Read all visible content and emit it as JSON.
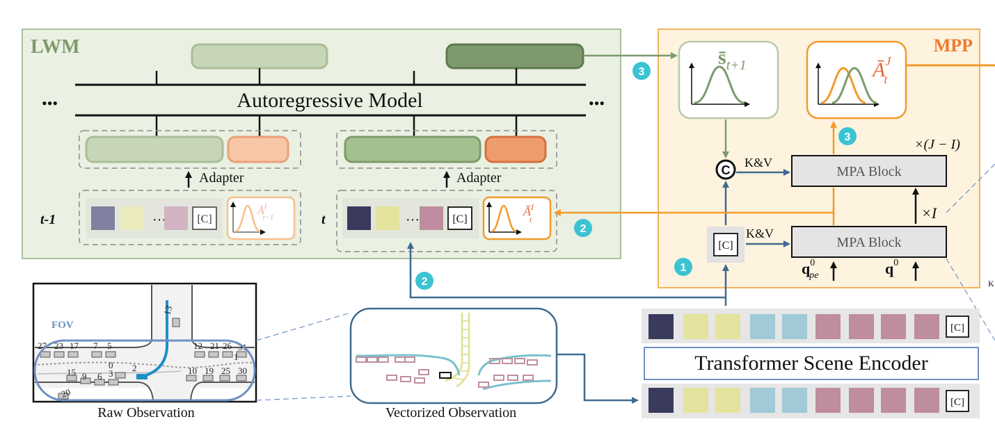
{
  "lwm": {
    "label": "LWM",
    "model_label": "Autoregressive Model",
    "ellipsis_left": "•••",
    "ellipsis_right": "•••",
    "adapter_left": "Adapter",
    "adapter_right": "Adapter",
    "time_prev": "t-1",
    "time_curr": "t",
    "cls_token": "[C]",
    "dots": "···",
    "action_prev": "Ā",
    "action_prev_sup": "I",
    "action_prev_sub": "t−1",
    "action_curr": "Ā",
    "action_curr_sup": "I",
    "action_curr_sub": "t"
  },
  "mpp": {
    "label": "MPP",
    "state_label": "s̄",
    "state_sub": "t+1",
    "action_label": "Ā",
    "action_sup": "J",
    "action_sub": "t",
    "concat_symbol": "C",
    "kv_top": "K&V",
    "kv_bottom": "K&V",
    "mpa_top": "MPA Block",
    "mpa_bottom": "MPA Block",
    "repeat_top": "×(J − I)",
    "repeat_bottom": "×I",
    "cls_token": "[C]",
    "q_pe": "q",
    "q_pe_sup": "0",
    "q_pe_sub": "pe",
    "q0": "q",
    "q0_sup": "0"
  },
  "steps": {
    "one": "1",
    "two_a": "2",
    "two_b": "2",
    "three_a": "3",
    "three_b": "3"
  },
  "encoder": {
    "label": "Transformer Scene Encoder",
    "cls_top": "[C]",
    "cls_bottom": "[C]"
  },
  "observations": {
    "raw_caption": "Raw Observation",
    "vector_caption": "Vectorized Observation",
    "fov": "FOV",
    "agent_ids": [
      "13",
      "27",
      "23",
      "17",
      "7",
      "5",
      "12",
      "21",
      "26",
      "31",
      "1",
      "15",
      "9",
      "6",
      "3",
      "0",
      "2",
      "10",
      "19",
      "25",
      "30",
      "20"
    ]
  },
  "edge_text": "K",
  "colors": {
    "lwm_bg": "#eaf0e2",
    "lwm_border": "#a9c29a",
    "mpp_bg": "#fdf3df",
    "mpp_border": "#f4b35c",
    "green_light": "#c6d6b6",
    "green_dark": "#7e9a6c",
    "orange_light": "#f8c8a6",
    "orange_dark": "#e8834c",
    "blue_arrow": "#3f6b8f",
    "orange_arrow": "#f39a2b",
    "green_arrow": "#7b9a6b",
    "teal_badge": "#3cc3d3",
    "token_navy": "#3a3a5e",
    "token_yellow": "#e3e39e",
    "token_lightblue": "#9fcad6",
    "token_pink": "#bf8d9f",
    "token_purple_muted": "#8080a0",
    "token_pink_muted": "#d1b3c2",
    "mpa_fill": "#e4e4e4",
    "encoder_border": "#6f90c2"
  }
}
